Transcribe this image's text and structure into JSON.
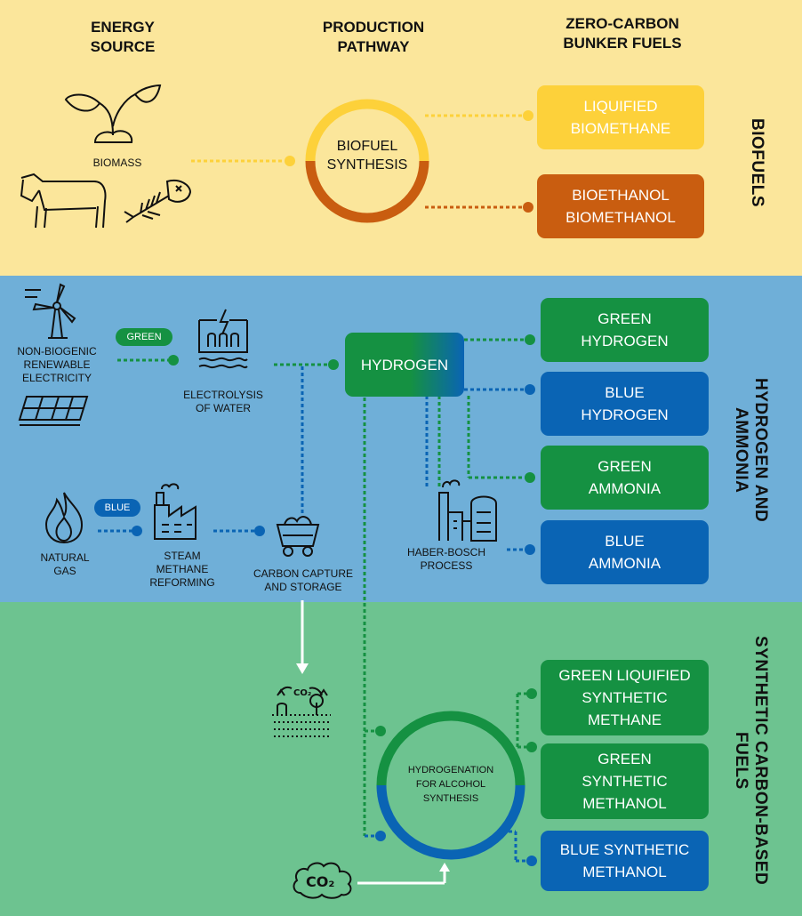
{
  "headers": {
    "energy_source": [
      "ENERGY",
      "SOURCE"
    ],
    "production_pathway": [
      "PRODUCTION",
      "PATHWAY"
    ],
    "zero_carbon_fuels": [
      "ZERO-CARBON",
      "BUNKER FUELS"
    ]
  },
  "sections": {
    "biofuels": "BIOFUELS",
    "hydrogen_ammonia": [
      "HYDROGEN",
      "AND AMMONIA"
    ],
    "synthetic": [
      "SYNTHETIC",
      "CARBON-BASED FUELS"
    ]
  },
  "sources": {
    "biomass": "BIOMASS",
    "renewable": [
      "NON-BIOGENIC",
      "RENEWABLE",
      "ELECTRICITY"
    ],
    "natural_gas": [
      "NATURAL",
      "GAS"
    ]
  },
  "processes": {
    "biofuel_synthesis": [
      "BIOFUEL",
      "SYNTHESIS"
    ],
    "electrolysis": [
      "ELECTROLYSIS",
      "OF WATER"
    ],
    "steam_reforming": [
      "STEAM",
      "METHANE",
      "REFORMING"
    ],
    "ccs": [
      "CARBON CAPTURE",
      "AND STORAGE"
    ],
    "hydrogen": "HYDROGEN",
    "haber_bosch": [
      "HABER-BOSCH",
      "PROCESS"
    ],
    "hydrogenation": [
      "HYDROGENATION",
      "FOR ALCOHOL",
      "SYNTHESIS"
    ]
  },
  "pills": {
    "green": "GREEN",
    "blue": "BLUE"
  },
  "fuels": {
    "lbm": [
      "LIQUIFIED",
      "BIOMETHANE"
    ],
    "bioeth": [
      "BIOETHANOL",
      "BIOMETHANOL"
    ],
    "green_h2": [
      "GREEN",
      "HYDROGEN"
    ],
    "blue_h2": [
      "BLUE",
      "HYDROGEN"
    ],
    "green_nh3": [
      "GREEN",
      "AMMONIA"
    ],
    "blue_nh3": [
      "BLUE",
      "AMMONIA"
    ],
    "green_lsm": [
      "GREEN LIQUIFIED",
      "SYNTHETIC",
      "METHANE"
    ],
    "green_sm": [
      "GREEN",
      "SYNTHETIC",
      "METHANOL"
    ],
    "blue_sm": [
      "BLUE SYNTHETIC",
      "METHANOL"
    ]
  },
  "icons": {
    "co2_label": "CO₂"
  },
  "colors": {
    "yellow": "#fdd13a",
    "orange": "#c95d10",
    "green": "#159142",
    "blue": "#0a64b4"
  }
}
